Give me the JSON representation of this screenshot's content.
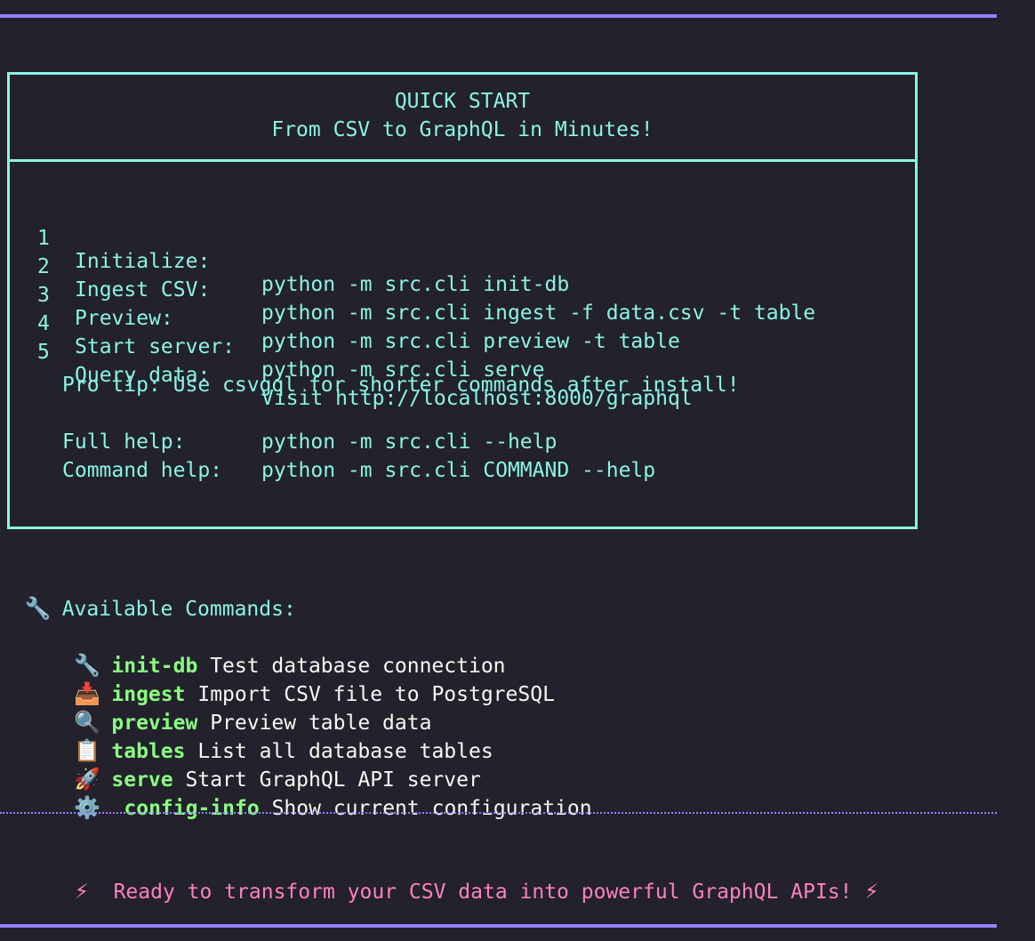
{
  "panel": {
    "title": "QUICK START",
    "subtitle": "From CSV to GraphQL in Minutes!",
    "steps": [
      {
        "num": "1",
        "label": "Initialize:",
        "command": "python -m src.cli init-db"
      },
      {
        "num": "2",
        "label": "Ingest CSV:",
        "command": "python -m src.cli ingest -f data.csv -t table"
      },
      {
        "num": "3",
        "label": "Preview:",
        "command": "python -m src.cli preview -t table"
      },
      {
        "num": "4",
        "label": "Start server:",
        "command": "python -m src.cli serve"
      },
      {
        "num": "5",
        "label": "Query data:",
        "command": "Visit http://localhost:8000/graphql"
      }
    ],
    "pro_tip": "Pro tip: Use csvgql for shorter commands after install!",
    "full_help_label": "Full help:",
    "full_help_cmd": "python -m src.cli --help",
    "command_help_label": "Command help:",
    "command_help_cmd": "python -m src.cli COMMAND --help"
  },
  "available": {
    "icon": "🔧",
    "icon_name": "wrench-icon",
    "title": "Available Commands:"
  },
  "commands": [
    {
      "icon": "🔧",
      "icon_name": "wrench-icon",
      "name": "init-db",
      "desc": "Test database connection"
    },
    {
      "icon": "📥",
      "icon_name": "inbox-tray-icon",
      "name": "ingest",
      "desc": "Import CSV file to PostgreSQL"
    },
    {
      "icon": "🔍",
      "icon_name": "magnifier-icon",
      "name": "preview",
      "desc": "Preview table data"
    },
    {
      "icon": "📋",
      "icon_name": "clipboard-icon",
      "name": "tables",
      "desc": "List all database tables"
    },
    {
      "icon": "🚀",
      "icon_name": "rocket-icon",
      "name": "serve",
      "desc": "Start GraphQL API server"
    },
    {
      "icon": "⚙️",
      "icon_name": "gear-icon",
      "name": "config-info",
      "desc": "Show current configuration"
    }
  ],
  "footer": {
    "bolt": "⚡",
    "bolt_name": "lightning-icon",
    "message": "Ready to transform your CSV data into powerful GraphQL APIs!"
  },
  "colors": {
    "background": "#22212c",
    "accent": "#8af5e2",
    "rule": "#9580ff",
    "command_name": "#8aff80",
    "footer_text": "#ff80bf",
    "text": "#f8f8f2"
  }
}
